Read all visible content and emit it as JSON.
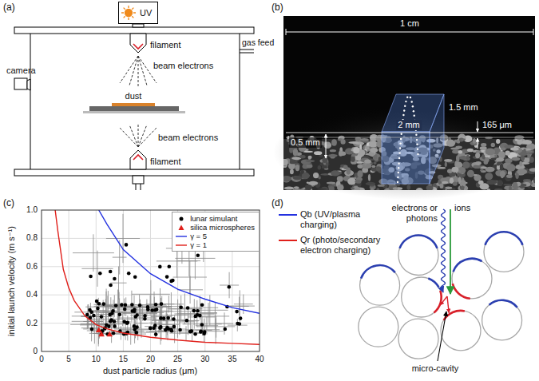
{
  "diagram": {
    "nodes": [
      {
        "text": [
          "UV"
        ]
      }
    ],
    "labels": [
      "(a)",
      "filament",
      "beam electrons",
      "gas feed",
      "camera",
      "dust",
      "beam electrons",
      "filament",
      "(b)",
      "1 cm",
      "2 mm",
      "1.5 mm",
      "165 μm",
      "0.5 mm",
      "(c)",
      "1.0",
      "0.8",
      "0.6",
      "0.4",
      "0.2",
      "0",
      "initial launch velocity (m s⁻¹)",
      "0",
      "5",
      "10",
      "15",
      "20",
      "25",
      "30",
      "35",
      "40",
      "dust particle radius (μm)",
      "(d)",
      "electrons or photons",
      "ions",
      "micro-cavity"
    ],
    "legend": [
      {
        "text": "lunar simulant"
      },
      {
        "text": "silica microspheres"
      },
      {
        "text": "γ = 5"
      },
      {
        "text": "γ = 1"
      },
      {
        "text": "Qb (UV/plasma charging)"
      },
      {
        "text": "Qr (photo/secondary electron charging)"
      }
    ]
  }
}
